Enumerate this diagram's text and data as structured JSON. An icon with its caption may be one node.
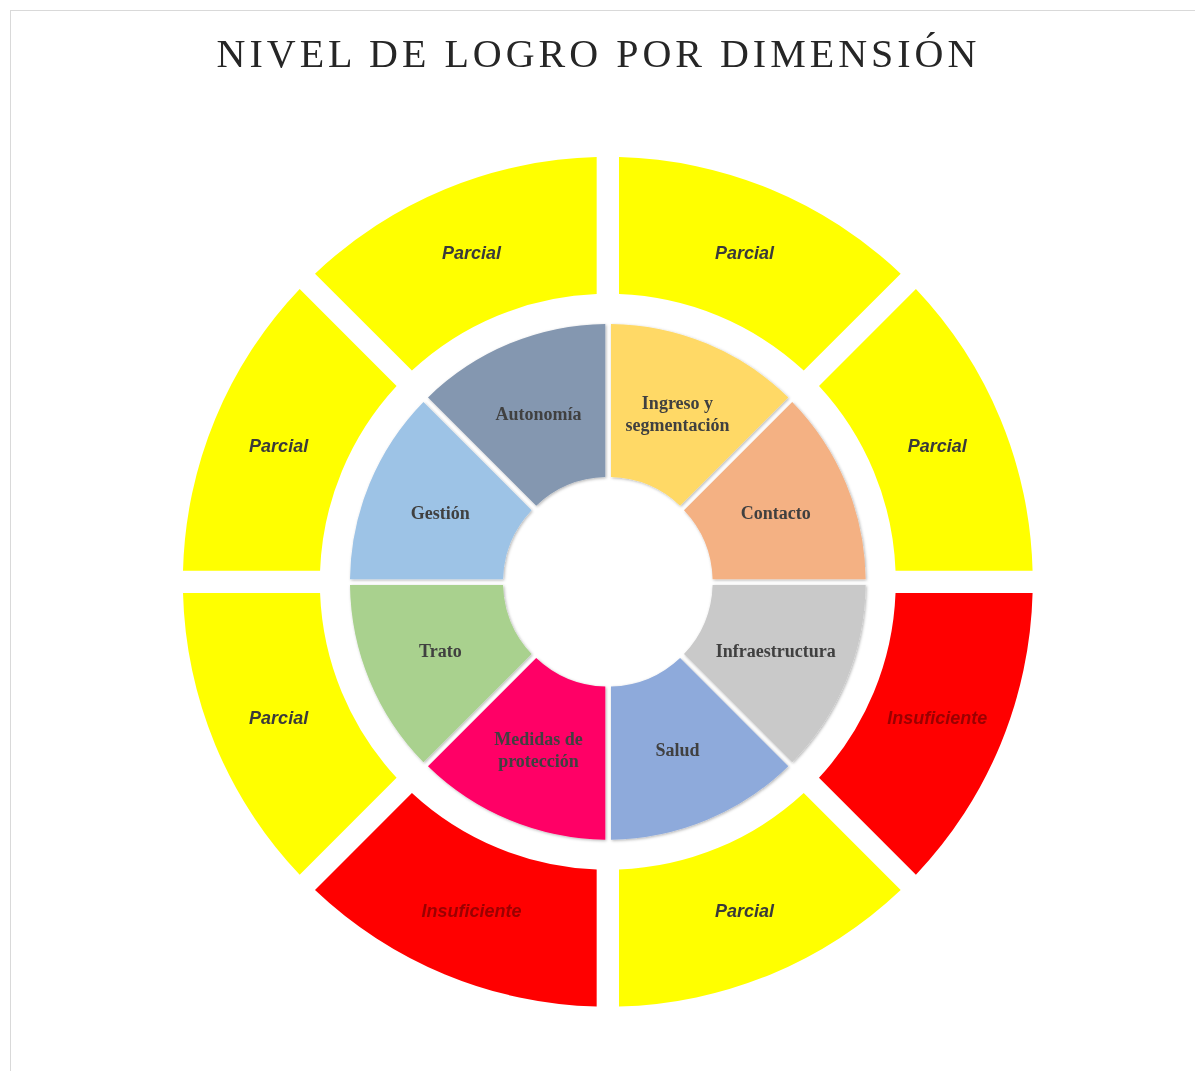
{
  "diagram": {
    "title": "NIVEL DE LOGRO POR DIMENSIÓN",
    "nodes": [
      {
        "text": [
          "Ingreso y segmentación"
        ]
      },
      {
        "text": [
          "Contacto"
        ]
      },
      {
        "text": [
          "Infraestructura"
        ]
      },
      {
        "text": [
          "Salud"
        ]
      },
      {
        "text": [
          "Medidas de protección"
        ]
      },
      {
        "text": [
          "Trato"
        ]
      },
      {
        "text": [
          "Gestión"
        ]
      },
      {
        "text": [
          "Autonomía"
        ]
      },
      {
        "text": [
          "Parcial"
        ]
      },
      {
        "text": [
          "Parcial"
        ]
      },
      {
        "text": [
          "Insuficiente"
        ]
      },
      {
        "text": [
          "Parcial"
        ]
      },
      {
        "text": [
          "Insuficiente"
        ]
      },
      {
        "text": [
          "Parcial"
        ]
      },
      {
        "text": [
          "Parcial"
        ]
      },
      {
        "text": [
          "Parcial"
        ]
      }
    ]
  }
}
